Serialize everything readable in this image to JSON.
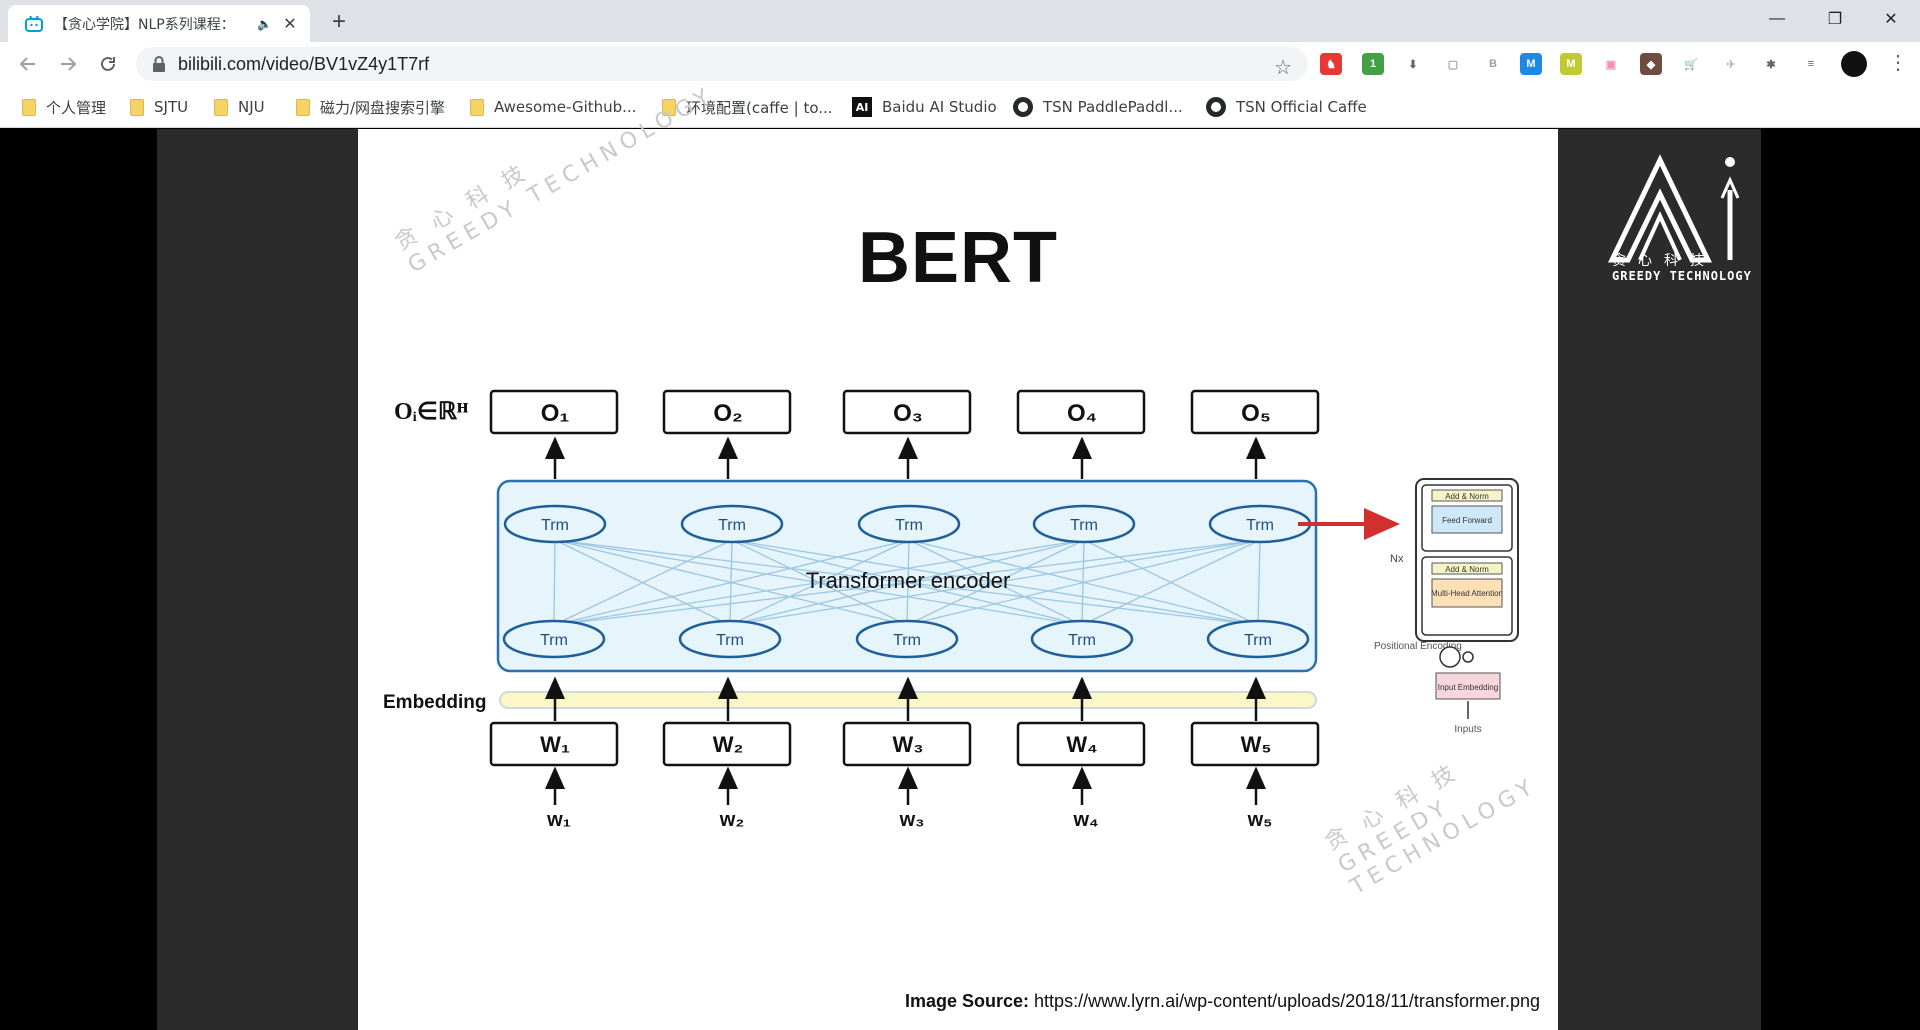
{
  "browser": {
    "tab": {
      "title": "【贪心学院】NLP系列课程：",
      "audio_icon": "🔈",
      "close": "✕"
    },
    "new_tab": "+",
    "window_controls": [
      "—",
      "❐",
      "✕"
    ],
    "url": "bilibili.com/video/BV1vZ4y1T7rf",
    "extensions": [
      {
        "name": "red-badge",
        "color": "#e53935",
        "text": "♞"
      },
      {
        "name": "green-badge",
        "color": "#43a047",
        "text": "1"
      },
      {
        "name": "download",
        "color": "#5f6368",
        "text": "⬇"
      },
      {
        "name": "box",
        "color": "#9aa0a6",
        "text": "▢"
      },
      {
        "name": "bose",
        "color": "#9aa0a6",
        "text": "B"
      },
      {
        "name": "m-blue",
        "color": "#1e88e5",
        "text": "M"
      },
      {
        "name": "m-yellow",
        "color": "#c0ca33",
        "text": "M"
      },
      {
        "name": "bilibili",
        "color": "#f48fb1",
        "text": "▣"
      },
      {
        "name": "colorful",
        "color": "#6d4c41",
        "text": "◆"
      },
      {
        "name": "cart",
        "color": "#e53935",
        "text": "🛒"
      },
      {
        "name": "bird",
        "color": "#b0bec5",
        "text": "✈"
      },
      {
        "name": "puzzle",
        "color": "#5f6368",
        "text": "✱"
      },
      {
        "name": "playlist",
        "color": "#5f6368",
        "text": "≡"
      }
    ]
  },
  "bookmarks": [
    {
      "label": "个人管理",
      "type": "folder"
    },
    {
      "label": "SJTU",
      "type": "folder"
    },
    {
      "label": "NJU",
      "type": "folder"
    },
    {
      "label": "磁力/网盘搜索引擎",
      "type": "folder"
    },
    {
      "label": "Awesome-Github...",
      "type": "folder"
    },
    {
      "label": "环境配置(caffe | to...",
      "type": "folder"
    },
    {
      "label": "Baidu AI Studio",
      "type": "ai"
    },
    {
      "label": "TSN PaddlePaddl...",
      "type": "github"
    },
    {
      "label": "TSN Official Caffe",
      "type": "github"
    }
  ],
  "slide": {
    "title": "BERT",
    "oi_label": "Oᵢ∈ℝᴴ",
    "outputs": [
      "O₁",
      "O₂",
      "O₃",
      "O₄",
      "O₅"
    ],
    "trm": "Trm",
    "encoder_label": "Transformer encoder",
    "embedding_label": "Embedding",
    "tokens": [
      "W₁",
      "W₂",
      "W₃",
      "W₄",
      "W₅"
    ],
    "inputs": [
      "w₁",
      "w₂",
      "w₃",
      "w₄",
      "w₅"
    ],
    "arch": {
      "add_norm": "Add & Norm",
      "feed_forward": "Feed Forward",
      "multi_head": "Multi-Head Attention",
      "nx": "Nx",
      "positional": "Positional Encoding",
      "input_embedding": "Input Embedding",
      "inputs": "Inputs"
    },
    "source_prefix": "Image Source:",
    "source_url": "https://www.lyrn.ai/wp-content/uploads/2018/11/transformer.png",
    "watermark_cn": "贪 心 科 技",
    "watermark_en": "GREEDY TECHNOLOGY"
  },
  "logo": {
    "cn": "贪心科技",
    "en": "GREEDY TECHNOLOGY"
  }
}
